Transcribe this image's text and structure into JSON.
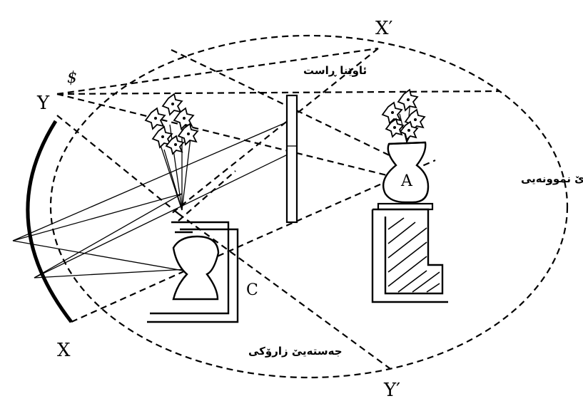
{
  "labels": {
    "x_prime": "X′",
    "y_prime": "Y′",
    "x": "X",
    "y": "Y",
    "s": "$",
    "a": "A",
    "c": "C",
    "plane_mirror": "ئاوێنا ڕاست",
    "object_plane": "ئەزێ نموونەیی",
    "real_image": "جەستەیێ زارۆکی"
  },
  "colors": {
    "ink": "#000000",
    "background": "#ffffff"
  }
}
